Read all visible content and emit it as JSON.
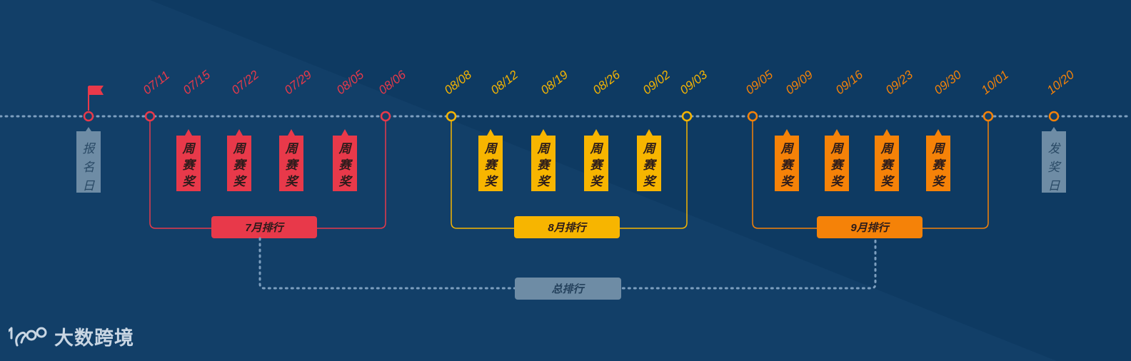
{
  "colors": {
    "background": "#123f68",
    "background_dark": "#0e3a62",
    "axis": "#7d9fbf",
    "july": "#e8394a",
    "august": "#f7b500",
    "september": "#f58208",
    "gray": "#6e8ca5"
  },
  "start": {
    "date_label": "",
    "marker": "flag-icon",
    "label": "报名日"
  },
  "end": {
    "date_label": "10/20",
    "label": "发奖日"
  },
  "groups": [
    {
      "id": "july",
      "color_key": "july",
      "dates": [
        "07/11",
        "07/15",
        "07/22",
        "07/29",
        "08/05",
        "08/06"
      ],
      "awards": [
        "周赛奖",
        "周赛奖",
        "周赛奖",
        "周赛奖"
      ],
      "ranking_label": "7月排行"
    },
    {
      "id": "august",
      "color_key": "august",
      "dates": [
        "08/08",
        "08/12",
        "08/19",
        "08/26",
        "09/02",
        "09/03"
      ],
      "awards": [
        "周赛奖",
        "周赛奖",
        "周赛奖",
        "周赛奖"
      ],
      "ranking_label": "8月排行"
    },
    {
      "id": "september",
      "color_key": "september",
      "dates": [
        "09/05",
        "09/09",
        "09/16",
        "09/23",
        "09/30",
        "10/01"
      ],
      "awards": [
        "周赛奖",
        "周赛奖",
        "周赛奖",
        "周赛奖"
      ],
      "ranking_label": "9月排行"
    }
  ],
  "overall_ranking_label": "总排行",
  "logo": {
    "text": "大数跨境",
    "icon": "logo-icon"
  }
}
